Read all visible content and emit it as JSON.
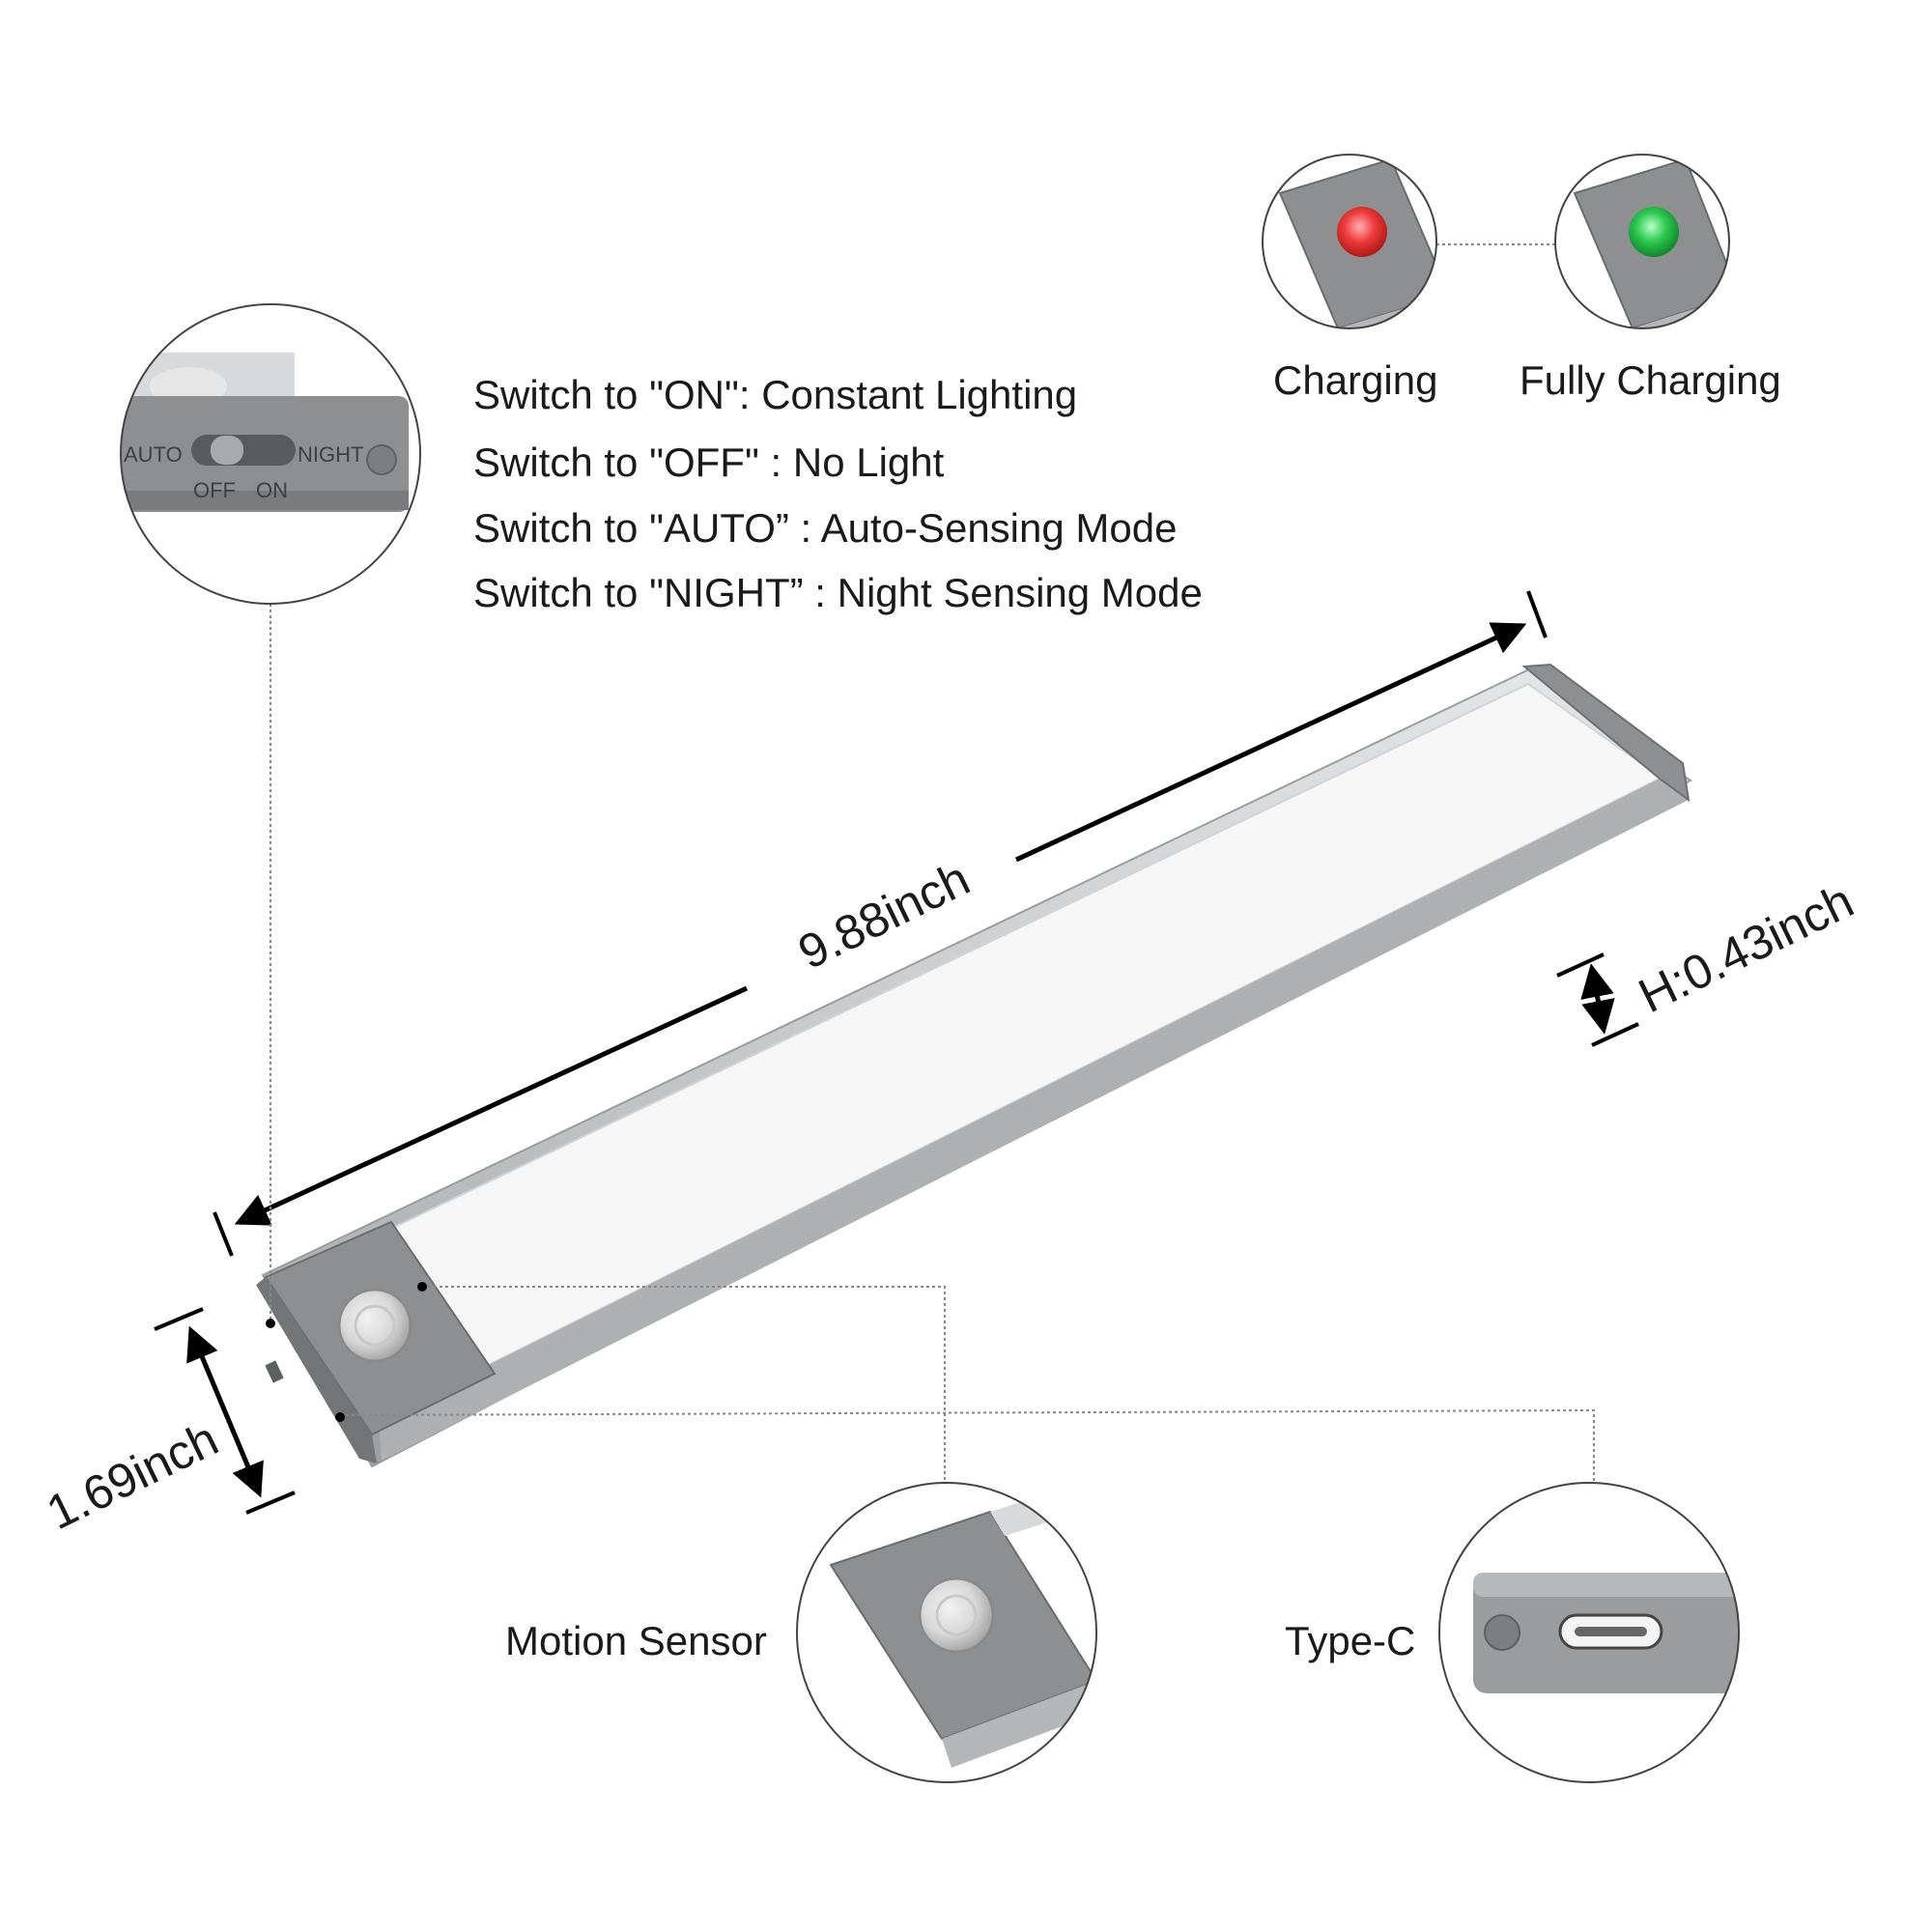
{
  "switch_modes": [
    "Switch to \"ON\": Constant Lighting",
    "Switch to \"OFF\" : No Light",
    "Switch to \"AUTO”   : Auto-Sensing Mode",
    "Switch to \"NIGHT”   : Night Sensing Mode"
  ],
  "switch_labels": {
    "auto": "AUTO",
    "night": "NIGHT",
    "off": "OFF",
    "on": "ON"
  },
  "indicators": {
    "charging": "Charging",
    "fully_charging": "Fully Charging",
    "charging_color": "#e8323a",
    "full_color": "#27c24c"
  },
  "dimensions": {
    "length": "9.88inch",
    "width": "1.69inch",
    "height": "H:0.43inch"
  },
  "callouts": {
    "motion_sensor": "Motion Sensor",
    "type_c": "Type-C"
  },
  "colors": {
    "housing": "#c9cbcd",
    "endcap": "#8e8f91",
    "lens": "#f4f4f4"
  }
}
